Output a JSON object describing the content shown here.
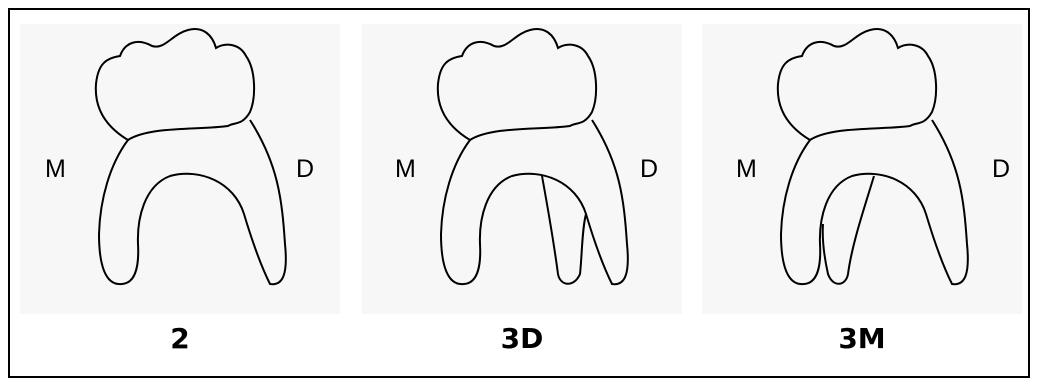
{
  "panels": [
    {
      "caption": "2",
      "mesial": "M",
      "distal": "D",
      "roots": "two"
    },
    {
      "caption": "3D",
      "mesial": "M",
      "distal": "D",
      "roots": "three-distal"
    },
    {
      "caption": "3M",
      "mesial": "M",
      "distal": "D",
      "roots": "three-mesial"
    }
  ],
  "colors": {
    "stroke": "#000000",
    "panel_bg": "#f7f7f7",
    "border": "#000000"
  }
}
